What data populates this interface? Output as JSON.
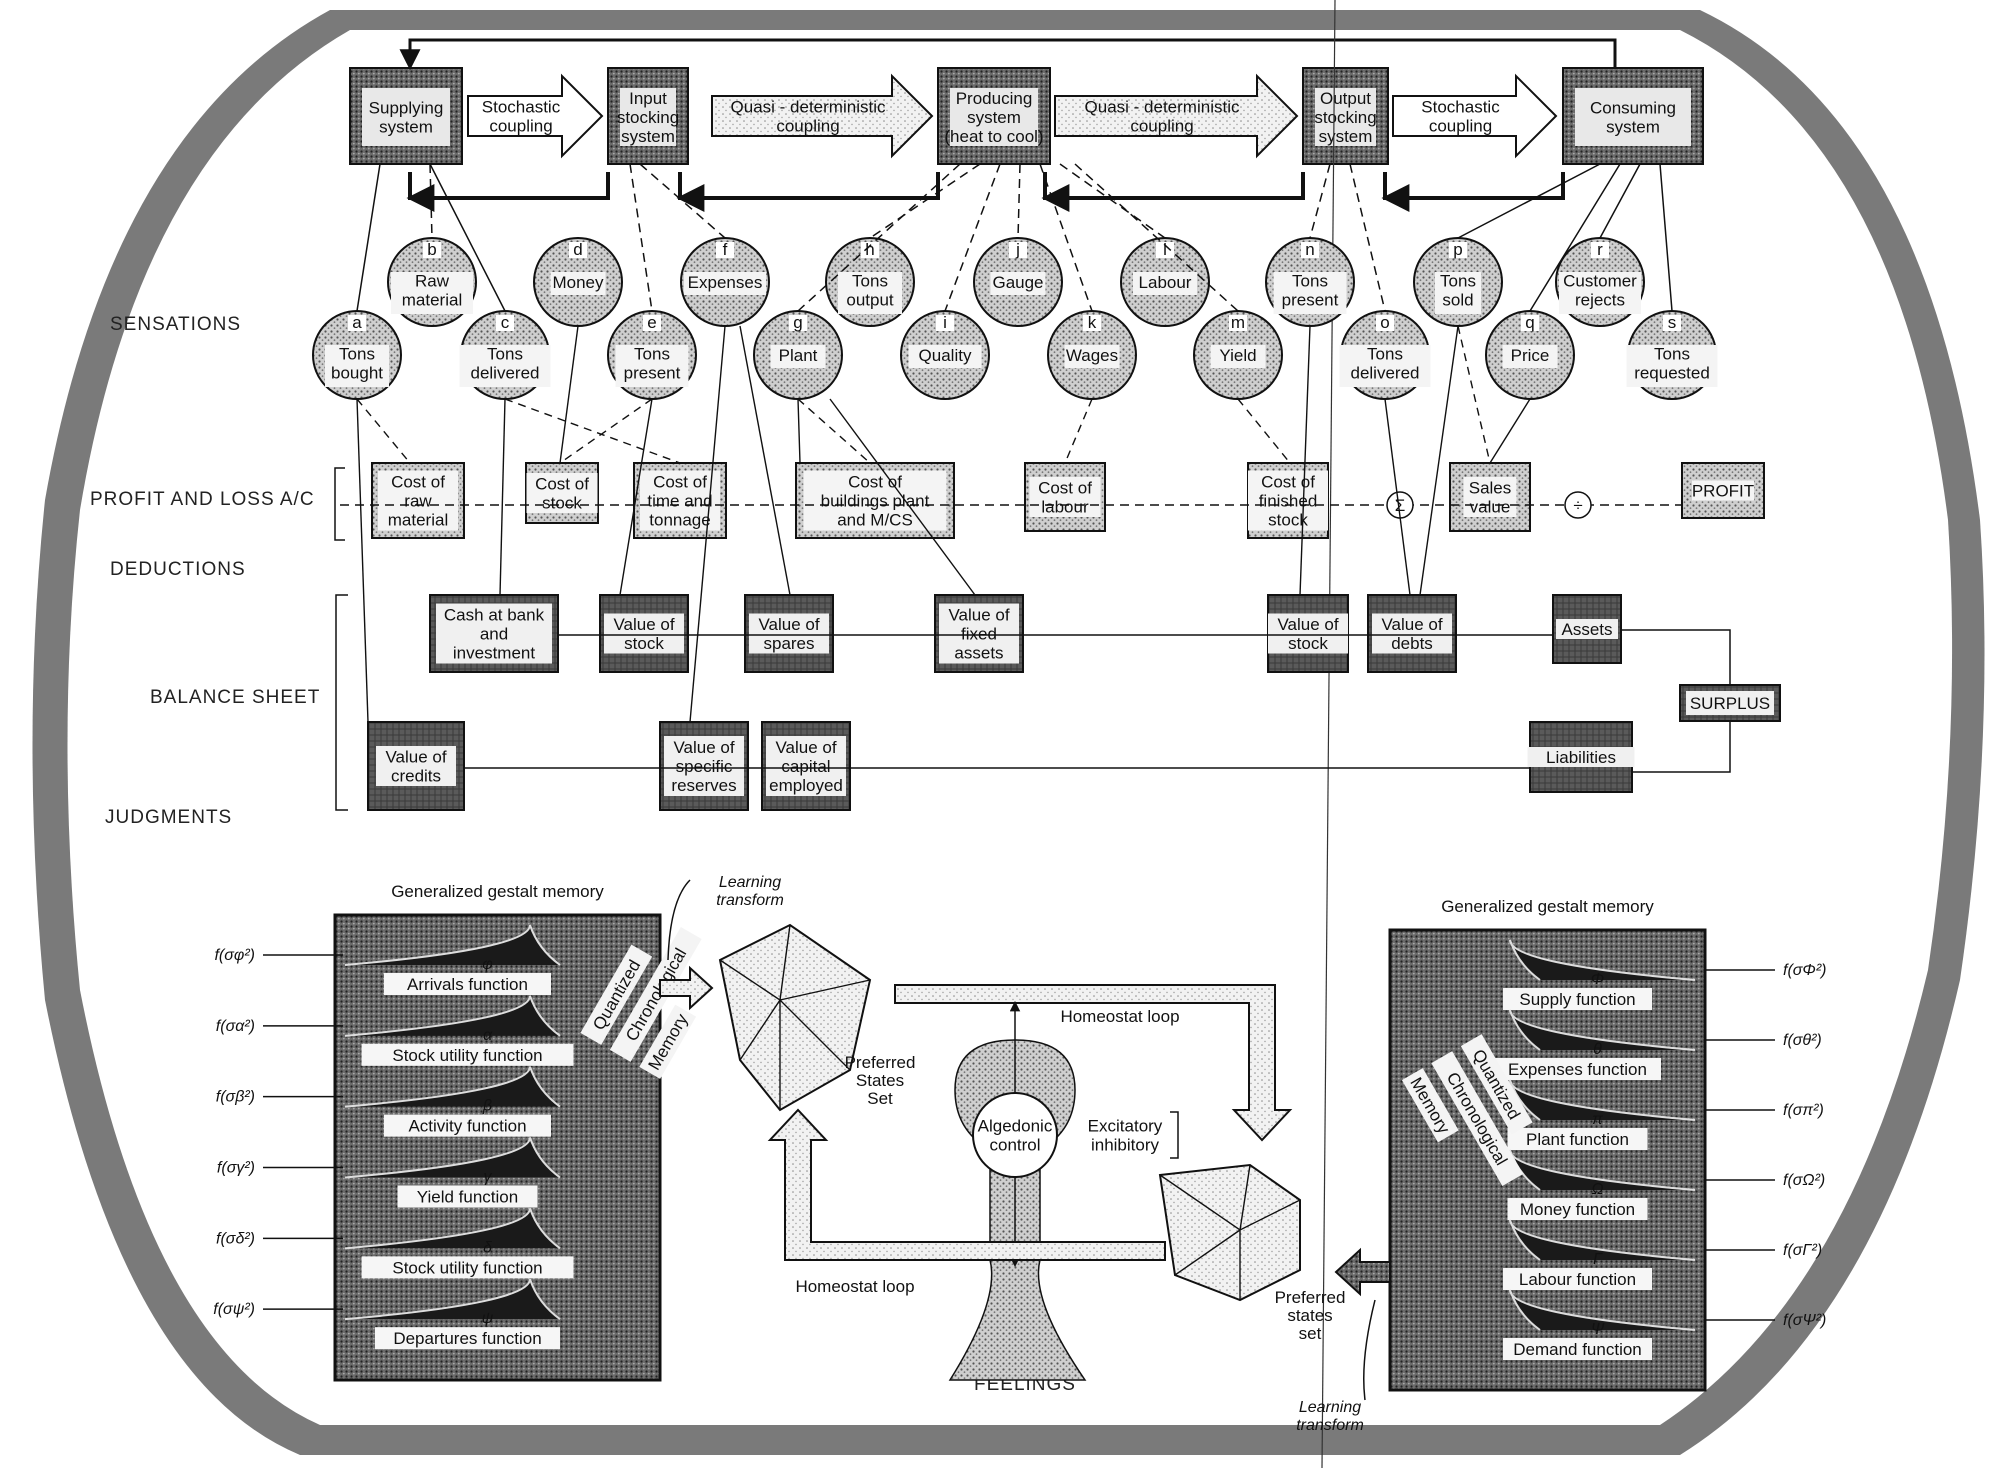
{
  "colors": {
    "frame": "#6f6f6f",
    "box": "#4a4a4a",
    "box_light": "#9a9a9a",
    "circle": "#6b6b6b",
    "paper": "#ffffff",
    "ink": "#111111"
  },
  "top_systems": [
    {
      "id": "supplying",
      "lines": [
        "Supplying",
        "system"
      ]
    },
    {
      "id": "input",
      "lines": [
        "Input",
        "stocking",
        "system"
      ]
    },
    {
      "id": "producing",
      "lines": [
        "Producing",
        "system",
        "(heat to cool)"
      ]
    },
    {
      "id": "output",
      "lines": [
        "Output",
        "stocking",
        "system"
      ]
    },
    {
      "id": "consuming",
      "lines": [
        "Consuming",
        "system"
      ]
    }
  ],
  "couplings": [
    {
      "id": "c1",
      "lines": [
        "Stochastic",
        "coupling"
      ]
    },
    {
      "id": "c2",
      "lines": [
        "Quasi - deterministic",
        "coupling"
      ]
    },
    {
      "id": "c3",
      "lines": [
        "Quasi - deterministic",
        "coupling"
      ]
    },
    {
      "id": "c4",
      "lines": [
        "Stochastic",
        "coupling"
      ]
    }
  ],
  "side_labels": {
    "sensations": "SENSATIONS",
    "pl": "PROFIT AND LOSS A/C",
    "deductions": "DEDUCTIONS",
    "balance": "BALANCE SHEET",
    "judgments": "JUDGMENTS",
    "feelings": "FEELINGS"
  },
  "sensors": [
    {
      "id": "a",
      "letter": "a",
      "lines": [
        "Tons",
        "bought"
      ]
    },
    {
      "id": "b",
      "letter": "b",
      "lines": [
        "Raw",
        "material"
      ]
    },
    {
      "id": "c",
      "letter": "c",
      "lines": [
        "Tons",
        "delivered"
      ]
    },
    {
      "id": "d",
      "letter": "d",
      "lines": [
        "Money"
      ]
    },
    {
      "id": "e",
      "letter": "e",
      "lines": [
        "Tons",
        "present"
      ]
    },
    {
      "id": "f",
      "letter": "f",
      "lines": [
        "Expenses"
      ]
    },
    {
      "id": "g",
      "letter": "g",
      "lines": [
        "Plant"
      ]
    },
    {
      "id": "h",
      "letter": "h",
      "lines": [
        "Tons",
        "output"
      ]
    },
    {
      "id": "i",
      "letter": "i",
      "lines": [
        "Quality"
      ]
    },
    {
      "id": "j",
      "letter": "j",
      "lines": [
        "Gauge"
      ]
    },
    {
      "id": "k",
      "letter": "k",
      "lines": [
        "Wages"
      ]
    },
    {
      "id": "l",
      "letter": "l",
      "lines": [
        "Labour"
      ]
    },
    {
      "id": "m",
      "letter": "m",
      "lines": [
        "Yield"
      ]
    },
    {
      "id": "n",
      "letter": "n",
      "lines": [
        "Tons",
        "present"
      ]
    },
    {
      "id": "o",
      "letter": "o",
      "lines": [
        "Tons",
        "delivered"
      ]
    },
    {
      "id": "p",
      "letter": "p",
      "lines": [
        "Tons",
        "sold"
      ]
    },
    {
      "id": "q",
      "letter": "q",
      "lines": [
        "Price"
      ]
    },
    {
      "id": "r",
      "letter": "r",
      "lines": [
        "Customer",
        "rejects"
      ]
    },
    {
      "id": "s",
      "letter": "s",
      "lines": [
        "Tons",
        "requested"
      ]
    }
  ],
  "pl_boxes": [
    {
      "id": "pl1",
      "lines": [
        "Cost of",
        "raw",
        "material"
      ]
    },
    {
      "id": "pl2",
      "lines": [
        "Cost of",
        "stock"
      ]
    },
    {
      "id": "pl3",
      "lines": [
        "Cost of",
        "time and",
        "tonnage"
      ]
    },
    {
      "id": "pl4",
      "lines": [
        "Cost of",
        "buildings plant",
        "and M/CS"
      ]
    },
    {
      "id": "pl5",
      "lines": [
        "Cost of",
        "labour"
      ]
    },
    {
      "id": "pl6",
      "lines": [
        "Cost of",
        "finished",
        "stock"
      ]
    },
    {
      "id": "pl7",
      "lines": [
        "Sales",
        "value"
      ]
    },
    {
      "id": "pl8",
      "lines": [
        "PROFIT"
      ]
    }
  ],
  "pl_ops": [
    "Σ",
    "÷"
  ],
  "bs_assets": [
    {
      "id": "ba1",
      "lines": [
        "Cash at bank",
        "and",
        "investment"
      ]
    },
    {
      "id": "ba2",
      "lines": [
        "Value of",
        "stock"
      ]
    },
    {
      "id": "ba3",
      "lines": [
        "Value of",
        "spares"
      ]
    },
    {
      "id": "ba4",
      "lines": [
        "Value of",
        "fixed",
        "assets"
      ]
    },
    {
      "id": "ba5",
      "lines": [
        "Value of",
        "stock"
      ]
    },
    {
      "id": "ba6",
      "lines": [
        "Value of",
        "debts"
      ]
    },
    {
      "id": "ba7",
      "lines": [
        "Assets"
      ]
    }
  ],
  "bs_liab": [
    {
      "id": "bl1",
      "lines": [
        "Value of",
        "credits"
      ]
    },
    {
      "id": "bl2",
      "lines": [
        "Value of",
        "specific",
        "reserves"
      ]
    },
    {
      "id": "bl3",
      "lines": [
        "Value of",
        "capital",
        "employed"
      ]
    },
    {
      "id": "bl4",
      "lines": [
        "Liabilities"
      ]
    }
  ],
  "surplus": "SURPLUS",
  "left_memory": {
    "title": "Generalized gestalt memory",
    "vertical": [
      "Quantized",
      "Chronological",
      "Memory"
    ],
    "functions": [
      "Arrivals function",
      "Stock utility function",
      "Activity function",
      "Yield function",
      "Stock utility function",
      "Departures function"
    ],
    "greek": [
      "φ",
      "α",
      "β",
      "γ",
      "δ",
      "ψ"
    ],
    "inputs": [
      "f(σφ²)",
      "f(σα²)",
      "f(σβ²)",
      "f(σγ²)",
      "f(σδ²)",
      "f(σψ²)"
    ]
  },
  "right_memory": {
    "title": "Generalized gestalt memory",
    "vertical": [
      "Quantized",
      "Chronological",
      "Memory"
    ],
    "functions": [
      "Supply function",
      "Expenses function",
      "Plant function",
      "Money function",
      "Labour function",
      "Demand function"
    ],
    "greek": [
      "Φ",
      "θ",
      "π",
      "Ω",
      "Γ",
      "Ψ"
    ],
    "inputs": [
      "f(σΦ²)",
      "f(σθ²)",
      "f(σπ²)",
      "f(σΩ²)",
      "f(σΓ²)",
      "f(σΨ²)"
    ]
  },
  "center": {
    "learning_top": [
      "Learning",
      "transform"
    ],
    "preferred_top": [
      "Preferred",
      "States",
      "Set"
    ],
    "homeostat_top": "Homeostat loop",
    "homeostat_bottom": "Homeostat loop",
    "algedonic": [
      "Algedonic",
      "control"
    ],
    "excitatory": [
      "Excitatory",
      "inhibitory"
    ],
    "preferred_bottom": [
      "Preferred",
      "states",
      "set"
    ],
    "learning_bottom": [
      "Learning",
      "transform"
    ]
  }
}
